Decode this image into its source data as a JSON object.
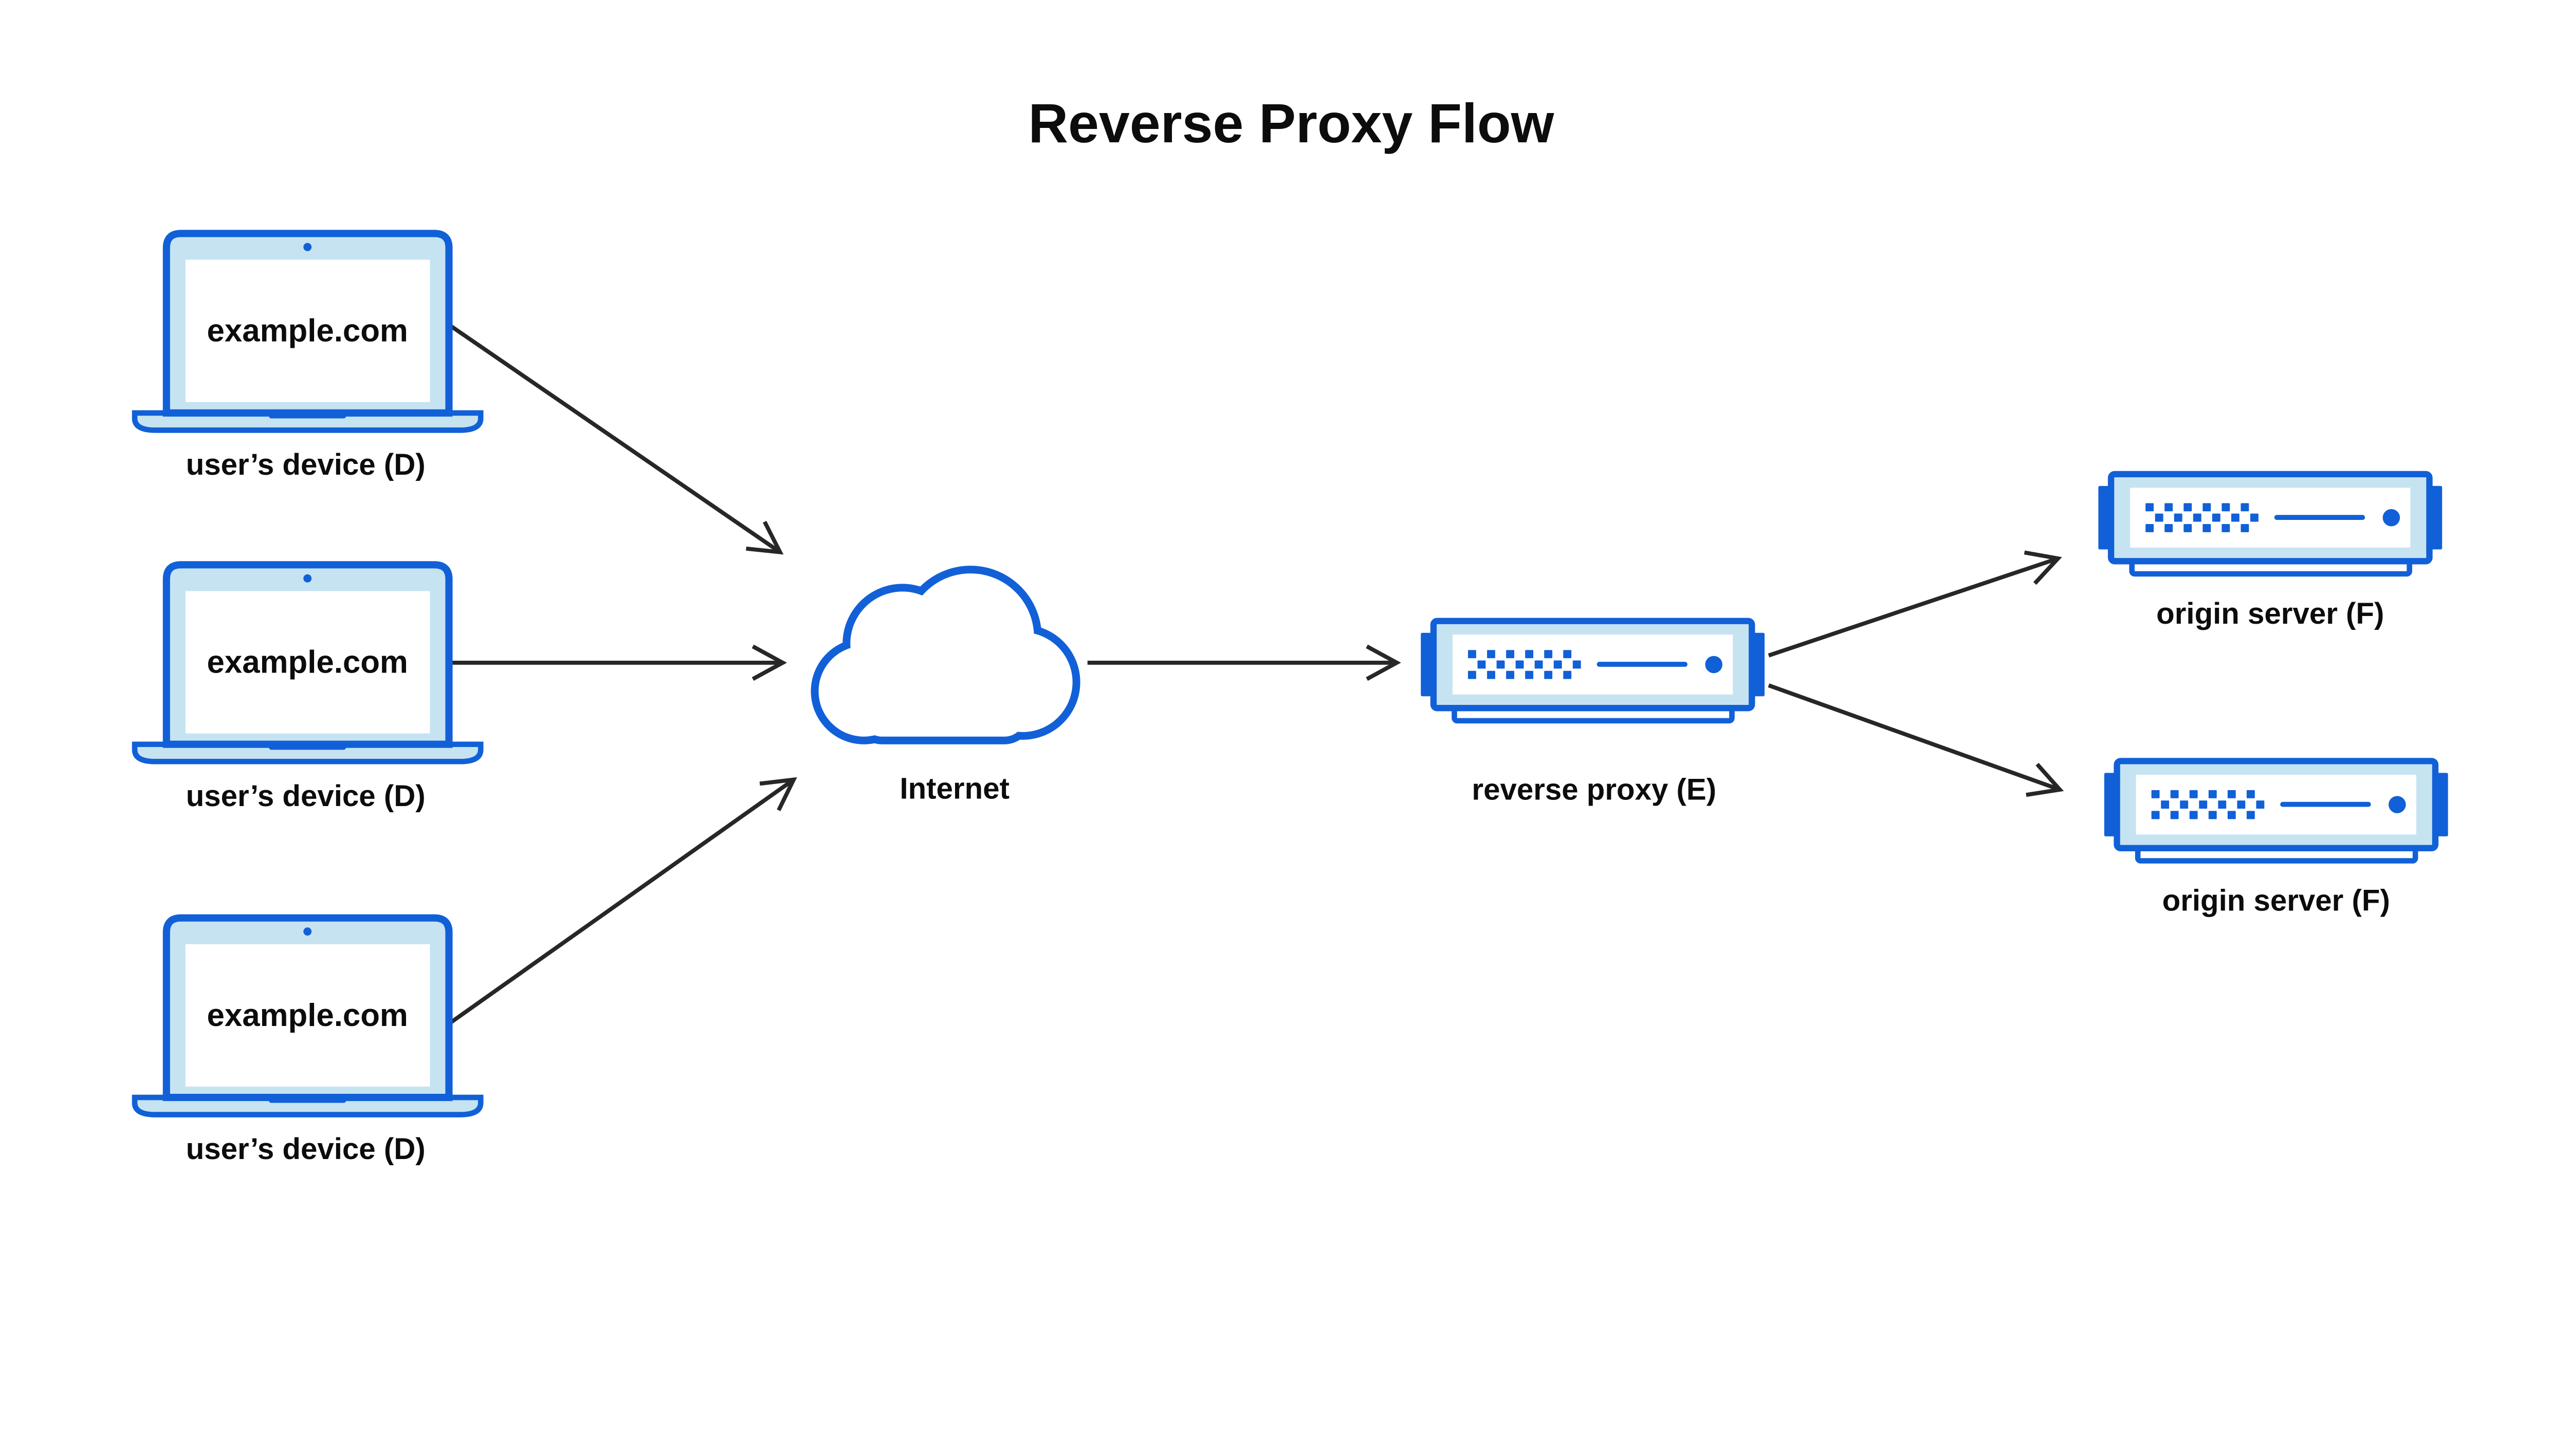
{
  "title": "Reverse Proxy Flow",
  "colors": {
    "blue": "#1160d8",
    "light_blue": "#c6e3f1",
    "arrow": "#272727",
    "text": "#0c0c0c",
    "background": "#ffffff"
  },
  "devices": [
    {
      "screen_text": "example.com",
      "label": "user’s device (D)"
    },
    {
      "screen_text": "example.com",
      "label": "user’s device (D)"
    },
    {
      "screen_text": "example.com",
      "label": "user’s device (D)"
    }
  ],
  "internet": {
    "label": "Internet"
  },
  "reverse_proxy": {
    "label": "reverse proxy (E)"
  },
  "origin_servers": [
    {
      "label": "origin server (F)"
    },
    {
      "label": "origin server (F)"
    }
  ],
  "connections": [
    {
      "from": "user-device-1",
      "to": "internet"
    },
    {
      "from": "user-device-2",
      "to": "internet"
    },
    {
      "from": "user-device-3",
      "to": "internet"
    },
    {
      "from": "internet",
      "to": "reverse-proxy"
    },
    {
      "from": "reverse-proxy",
      "to": "origin-server-1"
    },
    {
      "from": "reverse-proxy",
      "to": "origin-server-2"
    }
  ]
}
